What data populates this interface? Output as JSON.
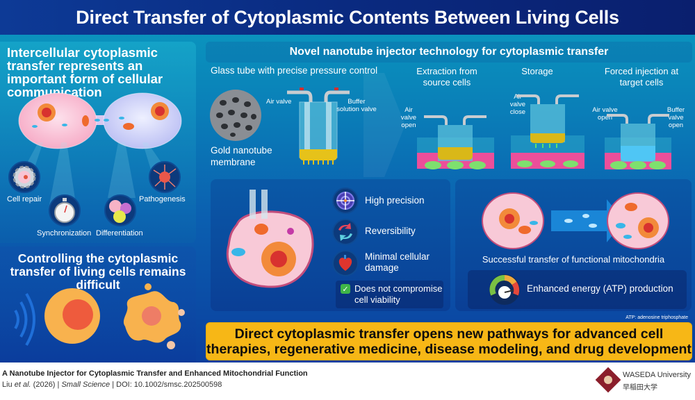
{
  "title": "Direct Transfer of Cytoplasmic Contents Between Living Cells",
  "left_top": {
    "heading": "Intercellular cytoplasmic transfer represents an important form of cellular communication",
    "functions": [
      {
        "label": "Cell repair",
        "icon": "gear-cell-icon"
      },
      {
        "label": "Synchronization",
        "icon": "stopwatch-icon"
      },
      {
        "label": "Differentiation",
        "icon": "differentiated-cells-icon"
      },
      {
        "label": "Pathogenesis",
        "icon": "pathogen-cell-icon"
      }
    ]
  },
  "left_bottom": {
    "heading": "Controlling the cytoplasmic transfer of living cells remains difficult"
  },
  "novel": {
    "heading": "Novel nanotube injector technology for cytoplasmic transfer",
    "glass_label": "Glass tube with precise pressure control",
    "membrane_label": "Gold nanotube membrane",
    "device_valves": {
      "air": "Air valve",
      "buffer": "Buffer solution valve"
    },
    "steps": [
      {
        "label": "Extraction from source cells",
        "valve_left": "Air valve open",
        "valve_right": ""
      },
      {
        "label": "Storage",
        "valve_left": "Air valve close",
        "valve_right": ""
      },
      {
        "label": "Forced injection at target cells",
        "valve_left": "Air valve open",
        "valve_right": "Buffer valve open"
      }
    ]
  },
  "features": {
    "items": [
      {
        "label": "High precision",
        "icon": "target-icon"
      },
      {
        "label": "Reversibility",
        "icon": "refresh-arrows-icon"
      },
      {
        "label": "Minimal cellular damage",
        "icon": "heart-icon"
      }
    ],
    "check": "Does not compromise cell viability"
  },
  "results": {
    "mito": "Successful transfer of functional mitochondria",
    "atp": "Enhanced energy (ATP) production",
    "footnote": "ATP: adenosine triphosphate"
  },
  "conclusion": "Direct cytoplasmic transfer opens new pathways for advanced cell therapies, regenerative medicine, disease modeling, and drug development",
  "footer": {
    "paper_title": "A Nanotube Injector for Cytoplasmic Transfer and Enhanced Mitochondrial Function",
    "authors": "Liu",
    "etal": "et al.",
    "year": "(2026)",
    "sep": "|",
    "journal": "Small Science",
    "doi": "DOI: 10.1002/smsc.202500598",
    "institution_en": "WASEDA University",
    "institution_jp": "早稲田大学"
  },
  "colors": {
    "title_bar": "#0a2a80",
    "conclusion_bg": "#f7b716",
    "waseda": "#8b1e2b",
    "check_green": "#3fb548"
  }
}
